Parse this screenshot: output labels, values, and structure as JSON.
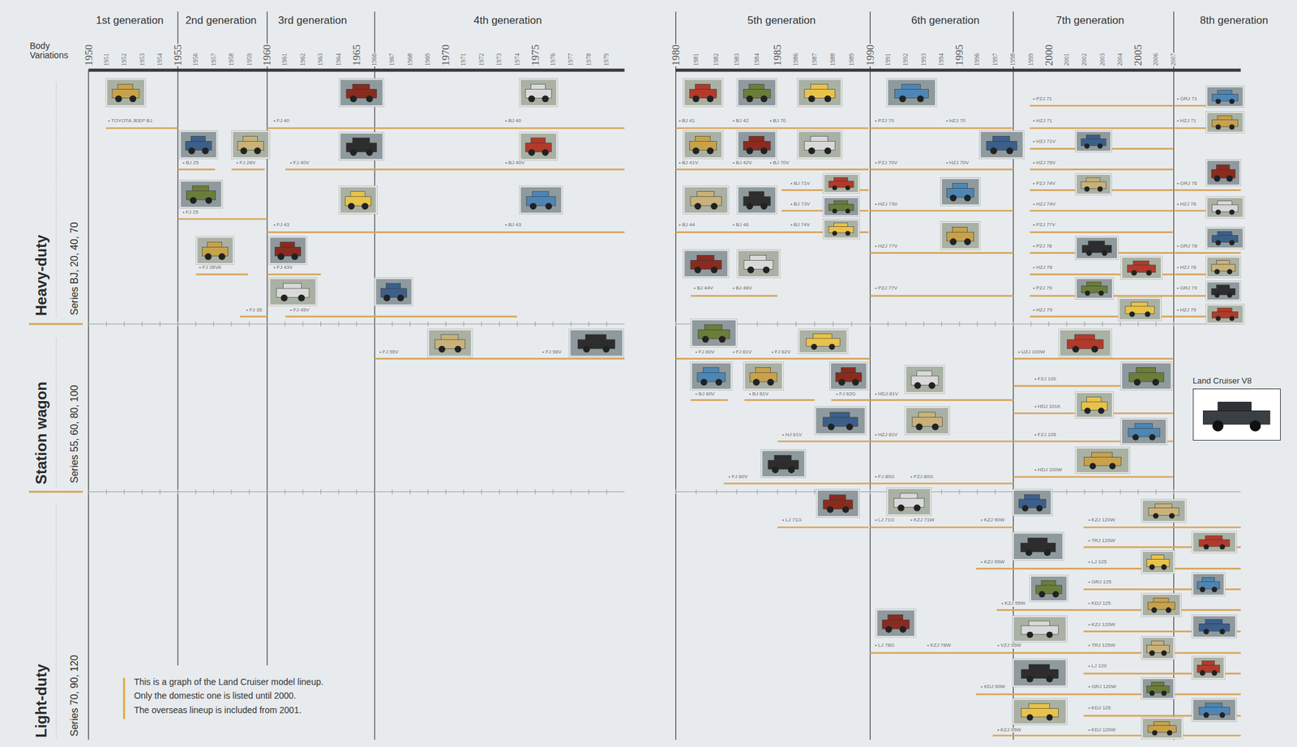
{
  "diagram": {
    "nodes": [
      {
        "text": [
          "Land Cruiser V8"
        ]
      }
    ],
    "labels": [
      "1st generation",
      "2nd generation",
      "3rd generation",
      "4th generation",
      "5th generation",
      "6th generation",
      "7th generation",
      "8th generation",
      "Body Variations",
      "1950",
      "1951",
      "1952",
      "1953",
      "1954",
      "1955",
      "1956",
      "1957",
      "1958",
      "1959",
      "1960",
      "1961",
      "1962",
      "1963",
      "1964",
      "1965",
      "1966",
      "1967",
      "1968",
      "1969",
      "1970",
      "1971",
      "1972",
      "1973",
      "1974",
      "1975",
      "1976",
      "1977",
      "1978",
      "1979",
      "1980",
      "1981",
      "1982",
      "1983",
      "1984",
      "1985",
      "1986",
      "1987",
      "1988",
      "1989",
      "1990",
      "1991",
      "1992",
      "1993",
      "1994",
      "1995",
      "1996",
      "1997",
      "1998",
      "1999",
      "2000",
      "2001",
      "2002",
      "2003",
      "2004",
      "2005",
      "2006",
      "2007",
      "Heavy-duty",
      "Series BJ, 20, 40, 70",
      "Station wagon",
      "Series 55, 60, 80, 100",
      "Light-duty",
      "Series 70, 90, 120",
      "• TOYOTA JEEP BJ",
      "• FJ 40",
      "• BJ 40",
      "• BJ 25",
      "• FJ 28V",
      "• FJ 40V",
      "• BJ 40V",
      "• FJ 25",
      "• FJ 43",
      "• BJ 43",
      "• FJ 28VA",
      "• FJ 43V",
      "• FJ 35",
      "• FJ 45V",
      "• FJ 55V",
      "• FJ 56V",
      "• BJ 41",
      "• BJ 42",
      "• BJ 70",
      "• PZJ 70",
      "• HZJ 70",
      "• PZJ 71",
      "• HZJ 71",
      "• HZJ 71V",
      "• HZJ 76V",
      "• PZJ 74V",
      "• HZJ 74V",
      "• PZJ 77V",
      "• PZJ 78",
      "• HZJ 78",
      "• PZJ 79",
      "• HZJ 79",
      "• GRJ 71",
      "• HZJ 71",
      "• GRJ 76",
      "• HZJ 76",
      "• GRJ 78",
      "• HZJ 78",
      "• GRJ 79",
      "• HZJ 79",
      "• BJ 41V",
      "• BJ 42V",
      "• BJ 70V",
      "• PZJ 70V",
      "• HZJ 70V",
      "• BJ 71V",
      "• BJ 73V",
      "• HZJ 73V",
      "• BJ 44",
      "• BJ 46",
      "• BJ 74V",
      "• HZJ 77V",
      "• BJ 44V",
      "• BJ 46V",
      "• PZJ 77V",
      "• FJ 60V",
      "• FJ 61V",
      "• FJ 62V",
      "• UZJ 100W",
      "• BJ 60V",
      "• BJ 61V",
      "• FJ 62G",
      "• HDJ 81V",
      "• FZJ 100",
      "• HDJ 101K",
      "• HJ 61V",
      "• HZJ 81V",
      "• FZJ 105",
      "• FJ 60V",
      "• FJ 80G",
      "• FZJ 80G",
      "• HDJ 100W",
      "• LJ 71G",
      "• LJ 71G",
      "• KZJ 71W",
      "• KZJ 90W",
      "• KZJ 120W",
      "• TRJ 120W",
      "• KZJ 95W",
      "• LJ 125",
      "• GRJ 125",
      "• KZJ 95W",
      "• KDJ 125",
      "• KZJ 120W",
      "• LJ 78G",
      "• KZJ 78W",
      "• VZJ 95W",
      "• TRJ 125W",
      "• LJ 120",
      "• KDJ 90W",
      "• GRJ 120W",
      "• KDJ 125",
      "• KZJ 95W",
      "• KDJ 120W",
      "This is a graph of the Land Cruiser model lineup.",
      "Only the domestic one is listed until 2000.",
      "The overseas lineup is included from 2001."
    ]
  }
}
